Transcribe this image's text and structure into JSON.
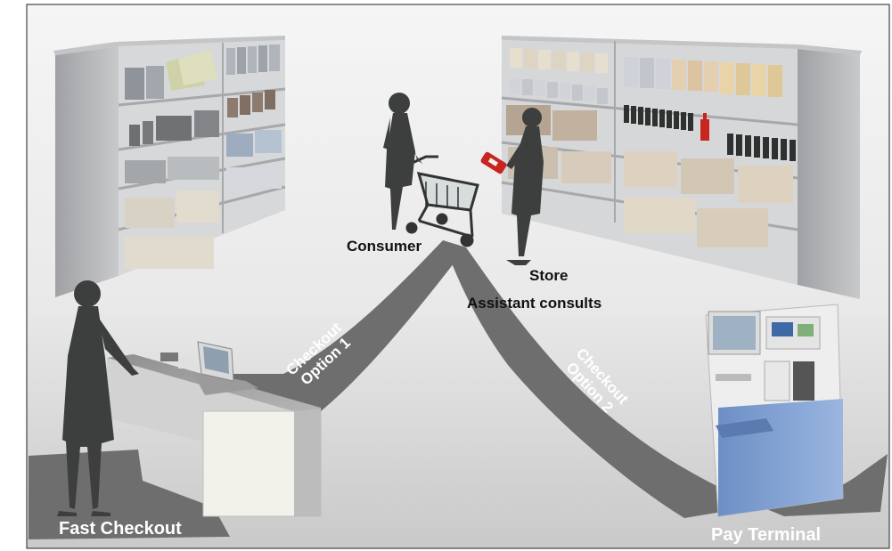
{
  "labels": {
    "consumer": "Consumer",
    "store_assistant_line1": "Store",
    "store_assistant_line2": "Assistant consults",
    "checkout_option_1_line1": "Checkout",
    "checkout_option_1_line2": "Option 1",
    "checkout_option_2_line1": "Checkout",
    "checkout_option_2_line2": "Option 2",
    "fast_checkout": "Fast Checkout",
    "pay_terminal": "Pay Terminal"
  },
  "colors": {
    "path": "#6e6e6e",
    "silhouette": "#3c3f3d",
    "shelf": "#b9bbbe",
    "terminal_blue": "#7d9fd4"
  }
}
